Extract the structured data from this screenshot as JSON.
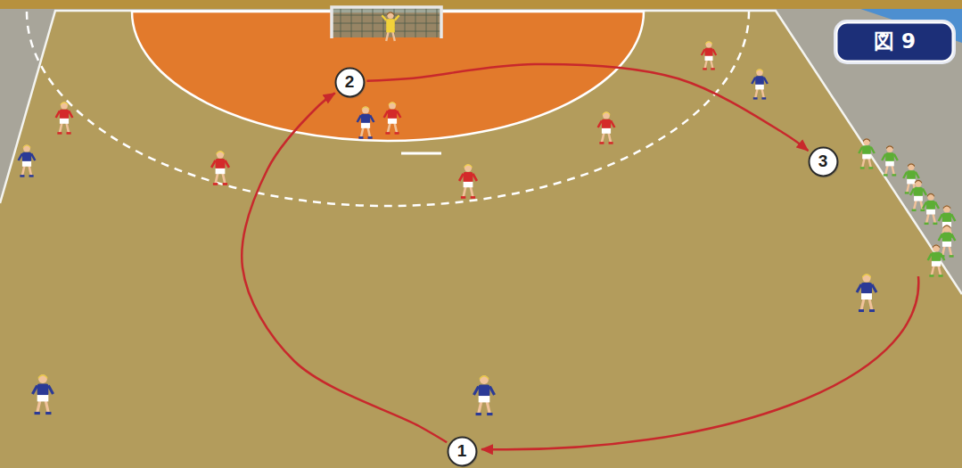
{
  "diagram": {
    "nodes": [
      {
        "text": [
          "図 9"
        ]
      },
      {
        "text": [
          "2"
        ]
      },
      {
        "text": [
          "3"
        ]
      },
      {
        "text": [
          "1"
        ]
      }
    ],
    "edges": [
      {
        "from": 3,
        "to": 1,
        "arrow": "to"
      },
      {
        "from": 1,
        "to": 2,
        "arrow": "to"
      }
    ]
  }
}
